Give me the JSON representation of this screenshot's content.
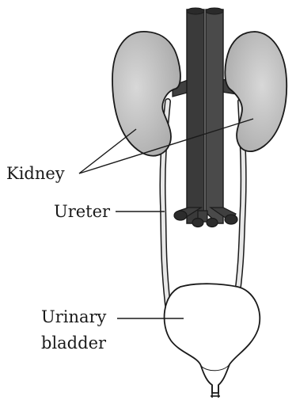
{
  "labels": {
    "kidney": "Kidney",
    "ureter": "Ureter",
    "bladder_line1": "Urinary",
    "bladder_line2": "bladder"
  },
  "colors": {
    "kidney_fill": "#b8b8b8",
    "kidney_highlight": "#d6d6d6",
    "vessel_fill": "#3f3f3f",
    "outline": "#1a1a1a",
    "bladder_fill": "#ffffff"
  }
}
